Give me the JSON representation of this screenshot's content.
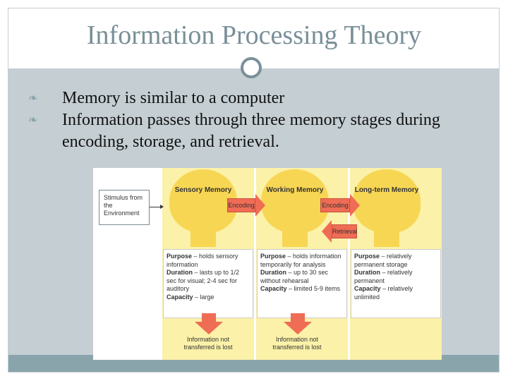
{
  "slide": {
    "title": "Information Processing Theory",
    "bullets": [
      "Memory is similar to a computer",
      "Information passes through three memory stages during encoding, storage, and retrieval."
    ],
    "bullet_glyph": "❧",
    "colors": {
      "title": "#798f98",
      "content_band": "#c4ced3",
      "accent": "#8aa4ac"
    }
  },
  "diagram": {
    "stimulus": "Stimulus from the Environment",
    "stages": [
      {
        "name": "Sensory Memory",
        "purpose_label": "Purpose",
        "purpose": " – holds sensory information",
        "duration_label": "Duration",
        "duration": " – lasts up to 1/2 sec for visual; 2-4 sec for auditory",
        "capacity_label": "Capacity",
        "capacity": " – large"
      },
      {
        "name": "Working Memory",
        "purpose_label": "Purpose",
        "purpose": " – holds information temporarily for analysis",
        "duration_label": "Duration",
        "duration": " – up to 30 sec without rehearsal",
        "capacity_label": "Capacity",
        "capacity": " – limited 5-9 items"
      },
      {
        "name": "Long-term Memory",
        "purpose_label": "Purpose",
        "purpose": " – relatively permanent storage",
        "duration_label": "Duration",
        "duration": " – relatively permanent",
        "capacity_label": "Capacity",
        "capacity": " – relatively unlimited"
      }
    ],
    "arrows": {
      "encoding_1": "Encoding",
      "encoding_2": "Encoding",
      "retrieval": "Retrieval"
    },
    "lost_1": "Information not transferred is lost",
    "lost_2": "Information not transferred is lost"
  }
}
